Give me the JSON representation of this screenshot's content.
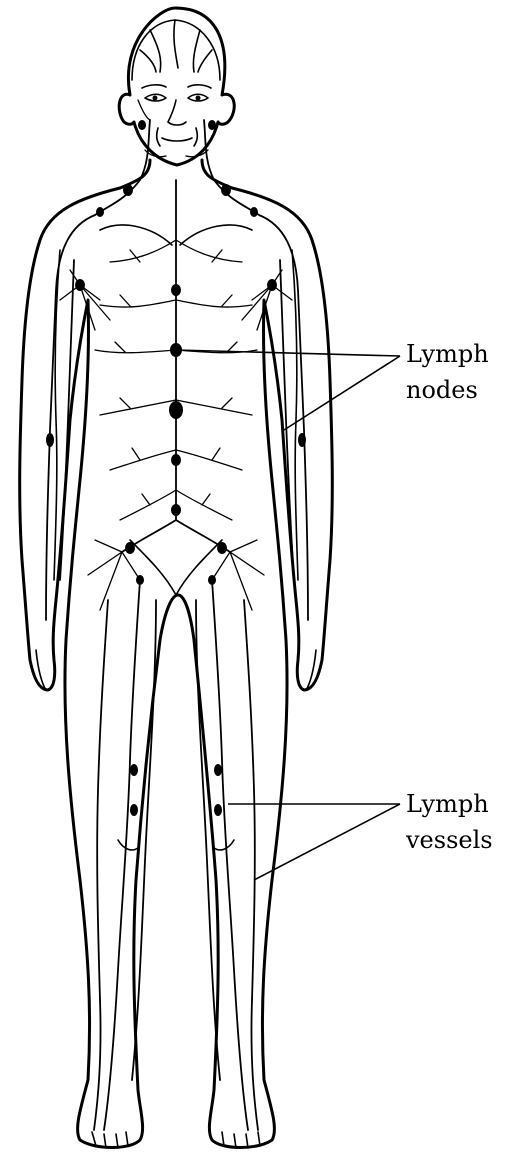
{
  "labels": {
    "nodes_line1": "Lymph",
    "nodes_line2": "nodes",
    "vessels_line1": "Lymph",
    "vessels_line2": "vessels"
  },
  "colors": {
    "ink": "#000000",
    "background": "#ffffff"
  }
}
